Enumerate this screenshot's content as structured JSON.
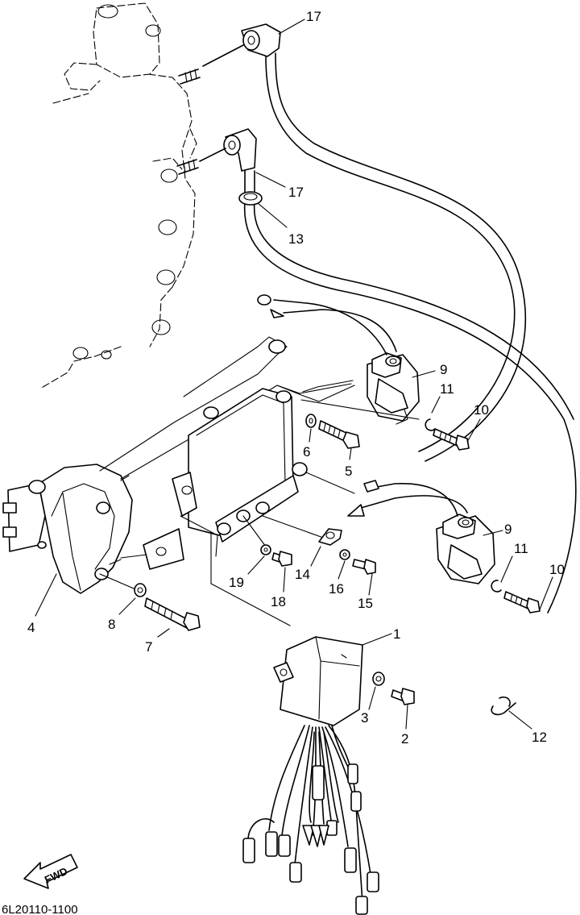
{
  "diagram": {
    "part_code": "6L20110-1100",
    "fwd_label": "FWD",
    "callouts": [
      {
        "id": "c17a",
        "label": "17"
      },
      {
        "id": "c17b",
        "label": "17"
      },
      {
        "id": "c13",
        "label": "13"
      },
      {
        "id": "c9a",
        "label": "9"
      },
      {
        "id": "c11a",
        "label": "11"
      },
      {
        "id": "c10a",
        "label": "10"
      },
      {
        "id": "c6",
        "label": "6"
      },
      {
        "id": "c5",
        "label": "5"
      },
      {
        "id": "c9b",
        "label": "9"
      },
      {
        "id": "c11b",
        "label": "11"
      },
      {
        "id": "c10b",
        "label": "10"
      },
      {
        "id": "c19",
        "label": "19"
      },
      {
        "id": "c18",
        "label": "18"
      },
      {
        "id": "c14",
        "label": "14"
      },
      {
        "id": "c16",
        "label": "16"
      },
      {
        "id": "c15",
        "label": "15"
      },
      {
        "id": "c1",
        "label": "1"
      },
      {
        "id": "c4",
        "label": "4"
      },
      {
        "id": "c8",
        "label": "8"
      },
      {
        "id": "c7",
        "label": "7"
      },
      {
        "id": "c3",
        "label": "3"
      },
      {
        "id": "c2",
        "label": "2"
      },
      {
        "id": "c12",
        "label": "12"
      }
    ]
  }
}
